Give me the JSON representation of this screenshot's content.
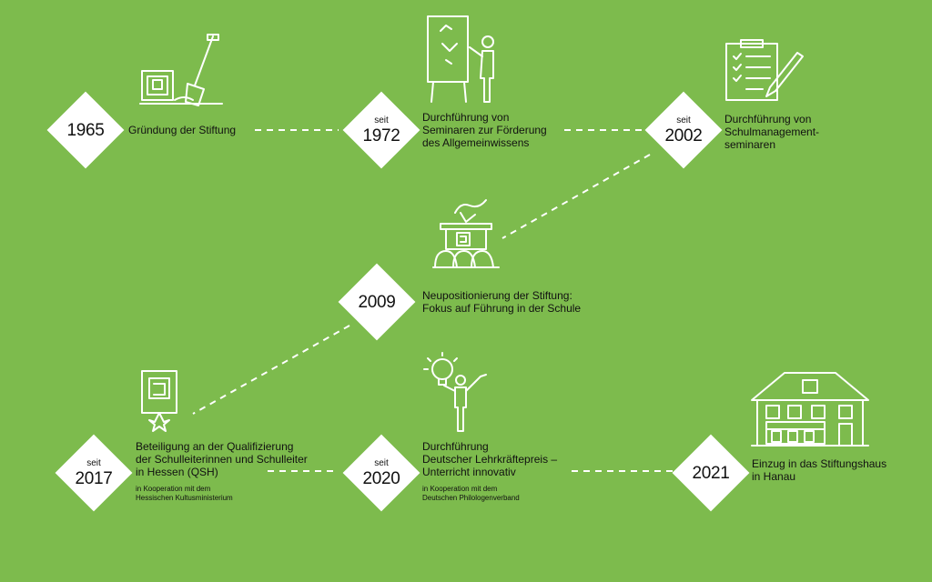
{
  "milestones": [
    {
      "prefix": "",
      "year": "1965",
      "label": [
        "Gründung der Stiftung"
      ]
    },
    {
      "prefix": "seit",
      "year": "1972",
      "label": [
        "Durchführung von",
        "Seminaren zur Förderung",
        "des Allgemeinwissens"
      ]
    },
    {
      "prefix": "seit",
      "year": "2002",
      "label": [
        "Durchführung von",
        "Schulmanagement-",
        "seminaren"
      ]
    },
    {
      "prefix": "",
      "year": "2009",
      "label": [
        "Neupositionierung der Stiftung:",
        "Fokus auf Führung in der Schule"
      ]
    },
    {
      "prefix": "seit",
      "year": "2017",
      "label": [
        "Beteiligung an der Qualifizierung",
        "der Schulleiterinnen und Schulleiter",
        "in Hessen (QSH)"
      ],
      "note": [
        "in Kooperation mit dem",
        "Hessischen Kultusministerium"
      ]
    },
    {
      "prefix": "seit",
      "year": "2020",
      "label": [
        "Durchführung",
        "Deutscher Lehrkräftepreis –",
        "Unterricht innovativ"
      ],
      "note": [
        "in Kooperation mit dem",
        "Deutschen Philologenverband"
      ]
    },
    {
      "prefix": "",
      "year": "2021",
      "label": [
        "Einzug in das Stiftungshaus",
        "in Hanau"
      ]
    }
  ],
  "icons": [
    "shovel-icon",
    "presenter-icon",
    "clipboard-icon",
    "podium-icon",
    "certificate-icon",
    "lightbulb-person-icon",
    "house-icon"
  ],
  "colors": {
    "background": "#7dbb4d",
    "diamond": "#ffffff",
    "text": "#111111",
    "line": "#ffffff"
  }
}
